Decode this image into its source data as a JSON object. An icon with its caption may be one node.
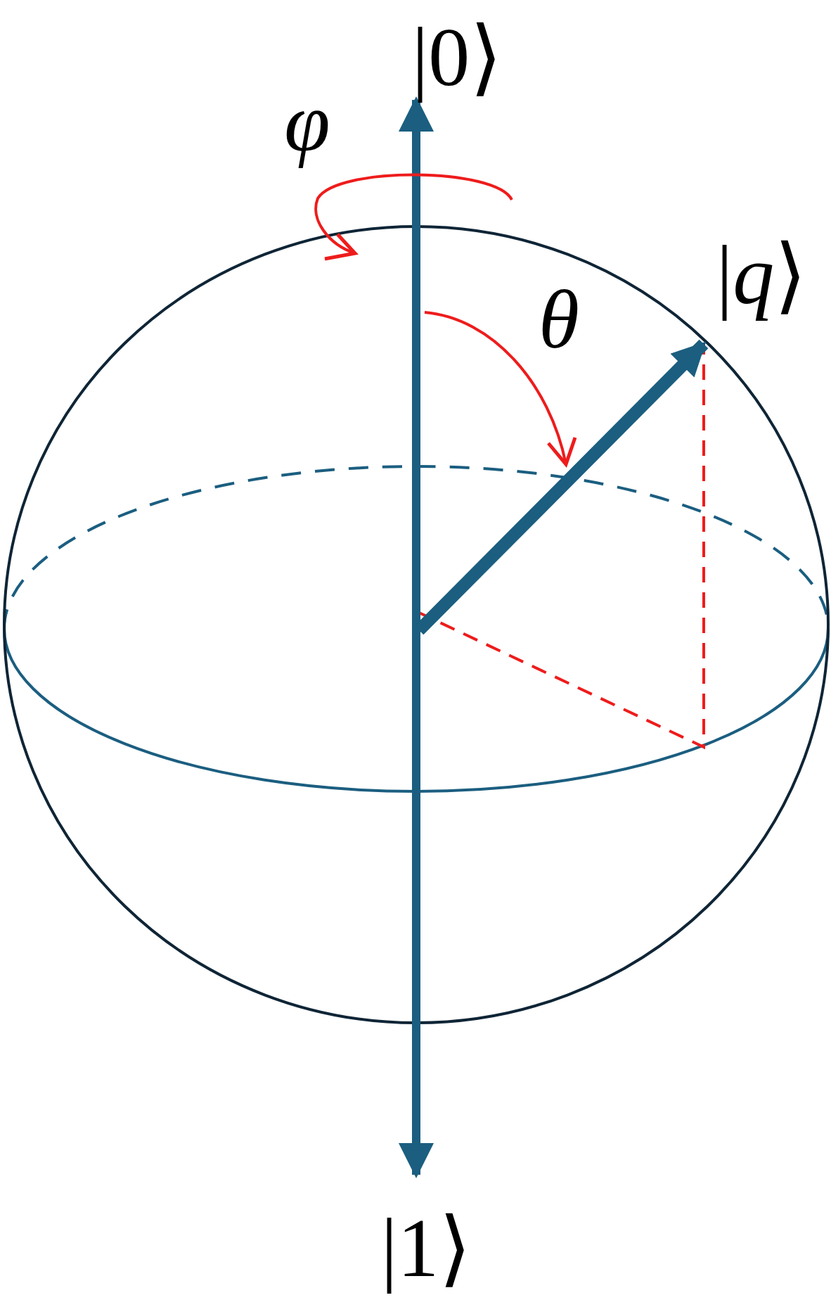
{
  "diagram": {
    "labels": [
      "|0⟩",
      "φ",
      "|*q*⟩",
      "θ",
      "|1⟩"
    ]
  }
}
